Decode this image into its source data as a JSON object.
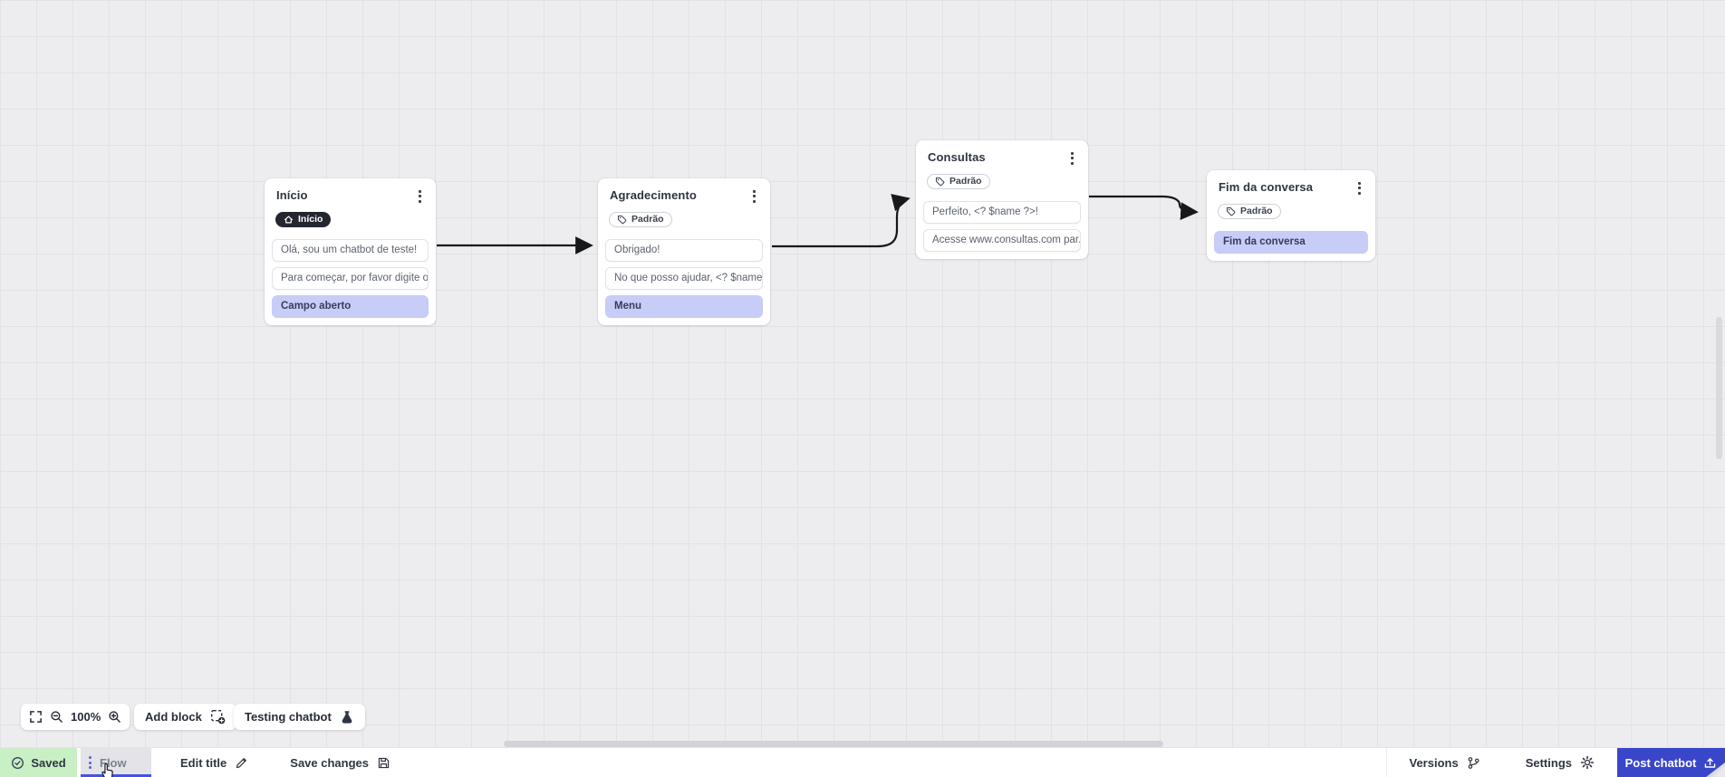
{
  "flow": {
    "nodes": [
      {
        "title": "Início",
        "badge": "Início",
        "badge_type": "start",
        "rows": [
          {
            "text": "Olá, sou um chatbot de teste!",
            "highlight": false
          },
          {
            "text": "Para começar, por favor digite o ...",
            "highlight": false
          },
          {
            "text": "Campo aberto",
            "highlight": true
          }
        ]
      },
      {
        "title": "Agradecimento",
        "badge": "Padrão",
        "badge_type": "default",
        "rows": [
          {
            "text": "Obrigado!",
            "highlight": false
          },
          {
            "text": "No que posso ajudar, <? $name ...",
            "highlight": false
          },
          {
            "text": "Menu",
            "highlight": true
          }
        ]
      },
      {
        "title": "Consultas",
        "badge": "Padrão",
        "badge_type": "default",
        "rows": [
          {
            "text": "Perfeito, <? $name ?>!",
            "highlight": false
          },
          {
            "text": "Acesse www.consultas.com par...",
            "highlight": false
          }
        ]
      },
      {
        "title": "Fim da conversa",
        "badge": "Padrão",
        "badge_type": "default",
        "rows": [
          {
            "text": "Fim da conversa",
            "highlight": true
          }
        ]
      }
    ]
  },
  "toolbar": {
    "zoom_level": "100%",
    "add_block_label": "Add block",
    "testing_label": "Testing chatbot"
  },
  "bottom_bar": {
    "saved_label": "Saved",
    "flow_tab_label": "Flow",
    "edit_title_label": "Edit title",
    "save_changes_label": "Save changes",
    "versions_label": "Versions",
    "settings_label": "Settings",
    "post_button_label": "Post chatbot"
  },
  "colors": {
    "canvas_bg": "#ededef",
    "accent_indigo": "#3a46c9",
    "tab_underline": "#4353e6",
    "saved_green": "#c9efc5",
    "highlight_lavender": "#c7cdf6",
    "badge_dark": "#23262f",
    "arrow_black": "#17181c"
  }
}
